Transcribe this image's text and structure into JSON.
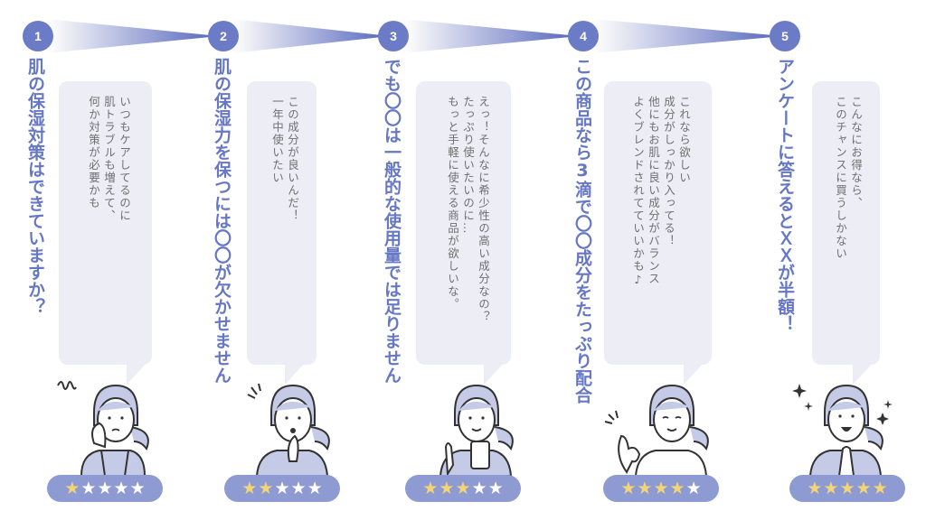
{
  "colors": {
    "accent": "#6b7bc6",
    "title": "#6677c4",
    "bubble_bg": "#ecedf5",
    "bubble_text": "#707070",
    "rating_bg": "#8e9bd3",
    "star_on": "#f5d476",
    "star_off": "#ffffff"
  },
  "steps": [
    {
      "number": "1",
      "title": "肌の保湿対策はできていますか？",
      "bubble": "いつもケアしてるのに\n肌トラブルも増えて、\n何か対策が必要かも",
      "expression": "worried",
      "rating": 1,
      "stars": [
        "★",
        "★",
        "★",
        "★",
        "★"
      ]
    },
    {
      "number": "2",
      "title": "肌の保湿力を保つには〇〇が欠かせません",
      "bubble": "この成分が良いんだ！\n一年中使いたい",
      "expression": "surprised",
      "rating": 2,
      "stars": [
        "★",
        "★",
        "★",
        "★",
        "★"
      ]
    },
    {
      "number": "3",
      "title": "でも〇〇は一般的な使用量では足りません",
      "bubble": "えっ！そんなに希少性の高い成分なの？\nたっぷり使いたいのに…\nもっと手軽に使える商品が欲しいな。",
      "expression": "checking-phone",
      "rating": 3,
      "stars": [
        "★",
        "★",
        "★",
        "★",
        "★"
      ]
    },
    {
      "number": "4",
      "title": "この商品なら3滴で〇〇成分をたっぷり配合",
      "bubble": "これなら欲しい\n成分がしっかり入ってる！\n他にもお肌に良い成分がバランス\nよくブレンドされてていいかも♪",
      "expression": "ok-sign",
      "rating": 4,
      "stars": [
        "★",
        "★",
        "★",
        "★",
        "★"
      ]
    },
    {
      "number": "5",
      "title": "アンケートに答えるとＸＸが半額！",
      "bubble": "こんなにお得なら、\nこのチャンスに買うしかない",
      "expression": "delighted",
      "rating": 5,
      "stars": [
        "★",
        "★",
        "★",
        "★",
        "★"
      ]
    }
  ]
}
